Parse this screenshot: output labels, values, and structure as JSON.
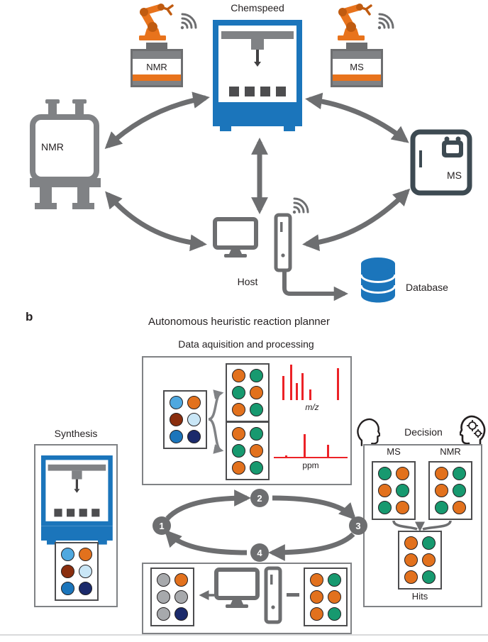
{
  "colors": {
    "accent_blue": "#1B75BB",
    "instrument_gray": "#808285",
    "arrow_gray": "#6D6E70",
    "robot_orange": "#E8731C",
    "spectrum_red": "#EC2227",
    "ms_dark": "#3D4A52",
    "dot_orange": "#E2711D",
    "dot_green": "#17996F",
    "dot_light_blue": "#4FA8DF",
    "dot_pale_blue": "#C9E6F6",
    "dot_maroon": "#8A2E0E",
    "dot_navy": "#2D3A8C",
    "dot_dark_navy": "#1B2A6B",
    "dot_blue": "#1B75BB",
    "dot_gray": "#A7A9AC"
  },
  "panel_a": {
    "chemspeed_label": "Chemspeed",
    "nmr_changer_label": "NMR",
    "ms_changer_label": "MS",
    "nmr_spectrometer_label": "NMR",
    "ms_instrument_label": "MS",
    "host_label": "Host",
    "database_label": "Database"
  },
  "panel_b": {
    "label": "b",
    "title": "Autonomous heuristic reaction planner",
    "daq": {
      "title": "Data aquisition and processing",
      "input_dots": [
        "dot_light_blue",
        "dot_orange",
        "dot_maroon",
        "dot_pale_blue",
        "dot_blue",
        "dot_dark_navy"
      ],
      "ms_result_dots": [
        "dot_orange",
        "dot_green",
        "dot_green",
        "dot_orange",
        "dot_orange",
        "dot_green"
      ],
      "nmr_result_dots": [
        "dot_orange",
        "dot_green",
        "dot_green",
        "dot_orange",
        "dot_orange",
        "dot_green"
      ],
      "ms_spectrum": {
        "label": "m/z",
        "baseline": false,
        "peaks": [
          [
            6,
            68
          ],
          [
            18,
            100
          ],
          [
            26,
            48
          ],
          [
            34,
            76
          ],
          [
            46,
            30
          ],
          [
            86,
            90
          ]
        ]
      },
      "nmr_spectrum": {
        "label": "ppm",
        "baseline": true,
        "peaks": [
          [
            15,
            12
          ],
          [
            40,
            95
          ],
          [
            72,
            52
          ]
        ]
      }
    },
    "synthesis": {
      "title": "Synthesis",
      "dots": [
        "dot_light_blue",
        "dot_orange",
        "dot_maroon",
        "dot_pale_blue",
        "dot_blue",
        "dot_dark_navy"
      ]
    },
    "decision": {
      "title": "Decision",
      "ms_label": "MS",
      "nmr_label": "NMR",
      "hits_label": "Hits",
      "ms_dots": [
        "dot_green",
        "dot_orange",
        "dot_orange",
        "dot_green",
        "dot_green",
        "dot_orange"
      ],
      "nmr_dots": [
        "dot_orange",
        "dot_green",
        "dot_orange",
        "dot_green",
        "dot_green",
        "dot_orange"
      ],
      "hits_dots": [
        "dot_orange",
        "dot_green",
        "dot_orange",
        "dot_orange",
        "dot_orange",
        "dot_green"
      ]
    },
    "cycle_steps": [
      "1",
      "2",
      "3",
      "4"
    ],
    "planner": {
      "new_dots": [
        "dot_gray",
        "dot_orange",
        "dot_gray",
        "dot_gray",
        "dot_gray",
        "dot_dark_navy"
      ],
      "old_dots": [
        "dot_orange",
        "dot_green",
        "dot_orange",
        "dot_orange",
        "dot_orange",
        "dot_green"
      ]
    }
  }
}
